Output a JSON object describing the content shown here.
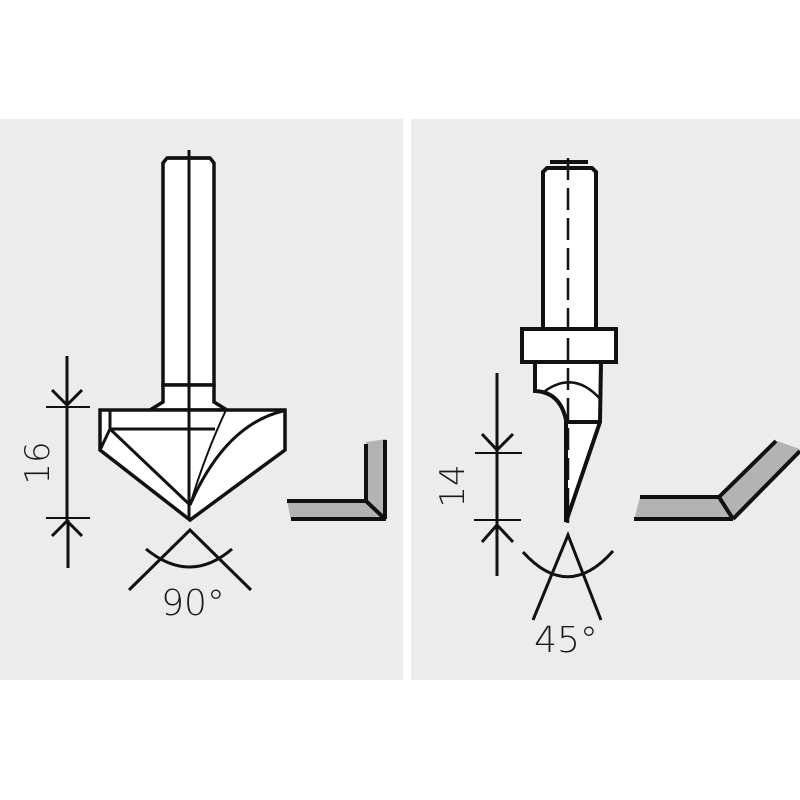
{
  "colors": {
    "page_background": "#ffffff",
    "panel_background": "#ececec",
    "line": "#111111",
    "tool_fill": "#ffffff",
    "profile_fill": "#b3b3b3"
  },
  "panels": [
    {
      "id": "left",
      "tool": "V-groove router bit",
      "dimension_label": "16",
      "angle_label": "90°",
      "profile": "right-angle corner profile"
    },
    {
      "id": "right",
      "tool": "Bevel/chamfer trimming bit with bearing collar",
      "dimension_label": "14",
      "angle_label": "45°",
      "profile": "obtuse angled profile"
    }
  ]
}
